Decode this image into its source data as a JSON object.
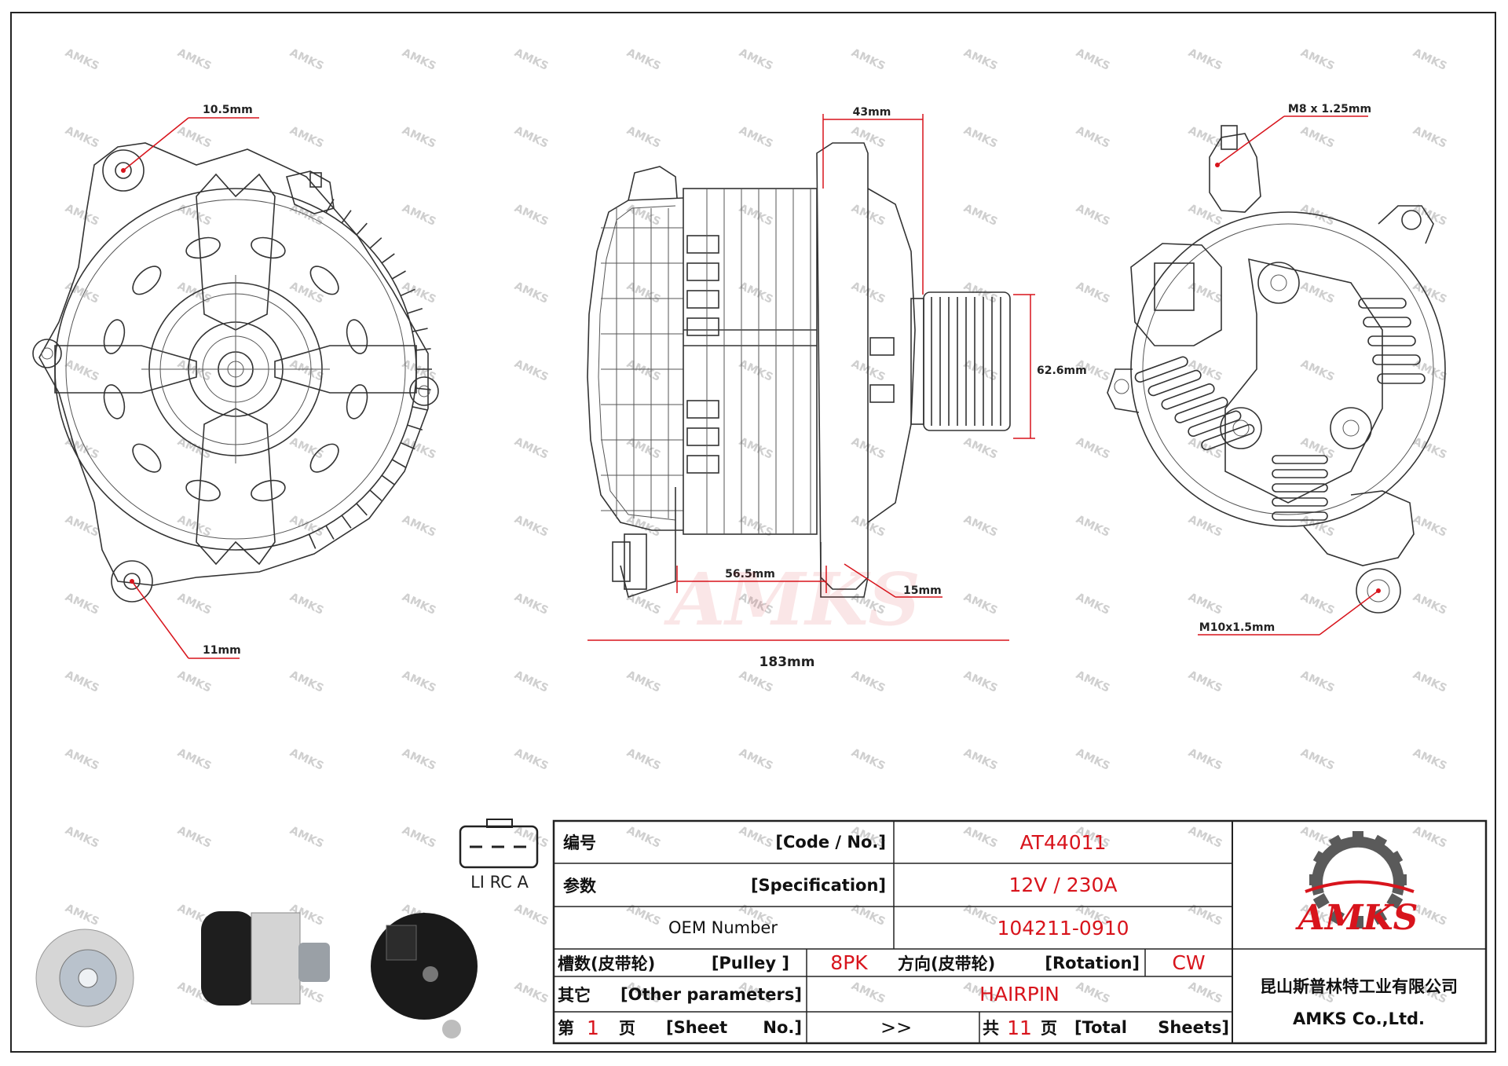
{
  "watermark": "AMKS",
  "brand_watermark": "AMKS",
  "dimensions": {
    "front_top_hole": "10.5mm",
    "front_bottom_hole": "11mm",
    "width_top": "43mm",
    "pulley_diameter": "62.6mm",
    "body_length": "56.5mm",
    "flange": "15mm",
    "overall_length": "183mm",
    "terminal_thread": "M8 x 1.25mm",
    "mount_thread": "M10x1.5mm"
  },
  "connector": {
    "label": "LI RC A"
  },
  "title_block": {
    "code_cn": "编号",
    "code_en": "[Code / No.]",
    "code_value": "AT44011",
    "spec_cn": "参数",
    "spec_en": "[Specification]",
    "spec_value": "12V / 230A",
    "oem_label": "OEM Number",
    "oem_value": "104211-0910",
    "pulley_cn": "槽数(皮带轮)",
    "pulley_en": "[Pulley ]",
    "pulley_value": "8PK",
    "rotation_cn": "方向(皮带轮)",
    "rotation_en": "[Rotation]",
    "rotation_value": "CW",
    "other_cn": "其它",
    "other_en": "[Other parameters]",
    "other_value": "HAIRPIN",
    "sheet_cn_prefix": "第",
    "sheet_no": "1",
    "sheet_cn_suffix": "页",
    "sheet_en": "[Sheet",
    "sheet_en2": "No.]",
    "arrows": ">>",
    "total_cn_prefix": "共",
    "total_no": "11",
    "total_cn_suffix": "页",
    "total_en": "[Total",
    "total_en2": "Sheets]",
    "company_cn": "昆山斯普林特工业有限公司",
    "company_en": "AMKS Co.,Ltd.",
    "logo_text": "AMKS"
  },
  "colors": {
    "accent": "#d8141c",
    "line": "#333333"
  }
}
